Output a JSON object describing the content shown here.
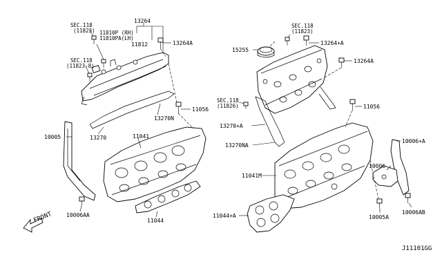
{
  "diagram_id": "J11101GG",
  "front_label": "FRONT",
  "labels": {
    "sec118_11823_top": "SEC.118",
    "sec118_11823_top_sub": "(11823)",
    "sec118_11823_8": "SEC.118",
    "sec118_11823_8_sub": "(11823-8)",
    "p13264": "13264",
    "p11810p_rh": "11810P (RH)",
    "p11810pa_lh": "11810PA(LH)",
    "p11812": "11812",
    "p13264a_left": "13264A",
    "p11056_left": "11056",
    "p13270n": "13270N",
    "p13270": "13270",
    "p10005": "10005",
    "p11041": "11041",
    "p10006aa": "10006AA",
    "p11044": "11044",
    "sec118_right": "SEC.118",
    "sec118_right_sub": "(11823)",
    "p15255": "15255",
    "p13264_plus_a": "13264+A",
    "p13264a_right": "13264A",
    "sec118_11826": "SEC.118",
    "sec118_11826_sub": "(11826)",
    "p11056_right": "11056",
    "p13270_plus_a": "13270+A",
    "p13270na": "13270NA",
    "p10006_plus_a": "10006+A",
    "p10006": "10006",
    "p11041m": "11041M",
    "p11044_plus_a": "11044+A",
    "p10005a": "10005A",
    "p10006ab": "10006AB"
  }
}
